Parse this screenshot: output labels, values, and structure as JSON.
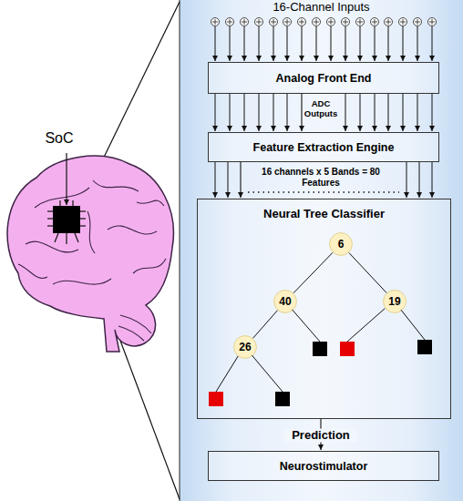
{
  "diagram": {
    "nodes": [
      {
        "text": [
          "16-Channel Inputs"
        ]
      },
      {
        "text": [
          "Analog Front End"
        ],
        "in": 0
      },
      {
        "text": [
          "Feature Extraction Engine"
        ],
        "in": 0
      },
      {
        "text": [
          "Neural Tree Classifier"
        ],
        "in": 0
      },
      {
        "text": [
          "6"
        ],
        "in": 3
      },
      {
        "text": [
          "40"
        ],
        "in": 3
      },
      {
        "text": [
          "19"
        ],
        "in": 3
      },
      {
        "text": [
          "26"
        ],
        "in": 3
      },
      {
        "text": [
          "Neurostimulator"
        ],
        "in": 0
      }
    ],
    "edges": [
      {
        "from": 1,
        "to": 2,
        "arrow": "to",
        "label": "ADC Outputs"
      },
      {
        "from": 2,
        "to": 3,
        "arrow": "to",
        "label": "16 channels x 5 Bands = 80 Features"
      },
      {
        "from": 3,
        "to": 8,
        "arrow": "to",
        "label": "Prediction"
      },
      {
        "from": 4,
        "to": 5,
        "arrow": "none"
      },
      {
        "from": 4,
        "to": 6,
        "arrow": "none"
      },
      {
        "from": 5,
        "to": 7,
        "arrow": "none"
      }
    ],
    "labels": [
      "SoC"
    ]
  }
}
